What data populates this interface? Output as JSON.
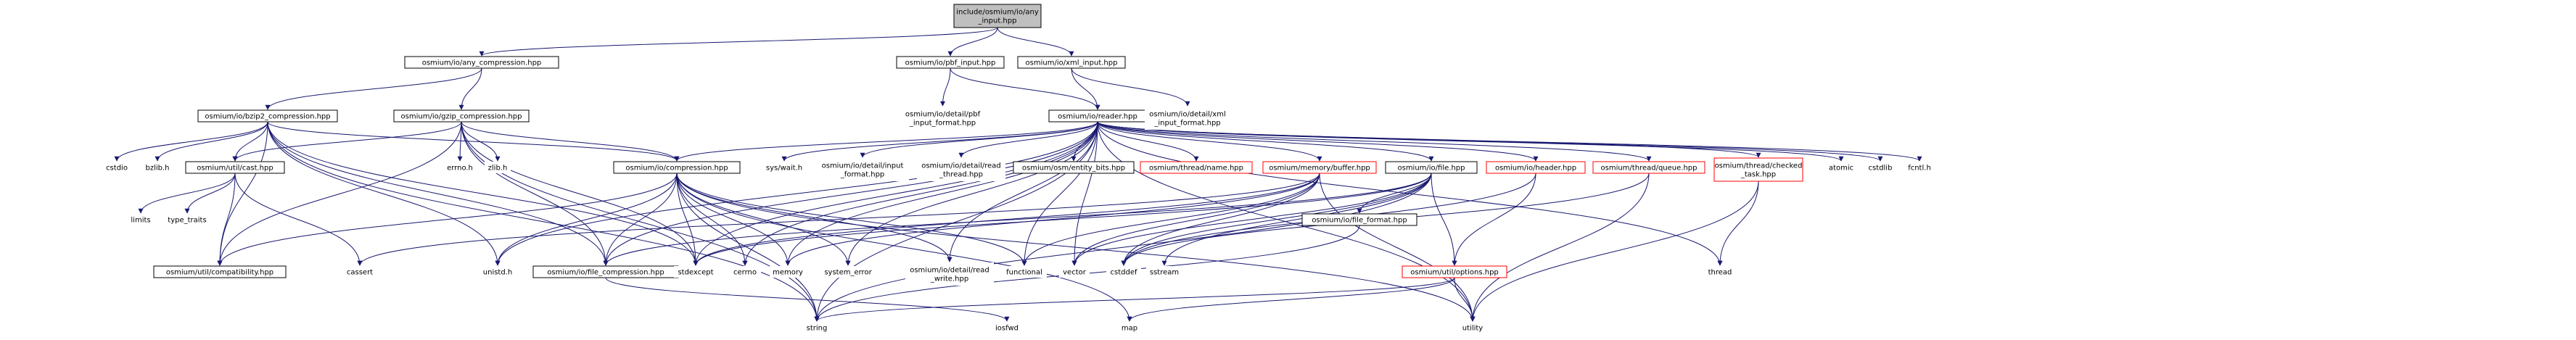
{
  "colors": {
    "root_fill": "#bfbfbf",
    "documented_border": "#000000",
    "incomplete_border": "#ff0000",
    "system_text": "#7f7f7f",
    "edge": "#191970",
    "background": "#ffffff"
  },
  "nodes": [
    {
      "id": "any_input",
      "lines": [
        "include/osmium/io/any",
        "_input.hpp"
      ],
      "kind": "root"
    },
    {
      "id": "any_compression",
      "lines": [
        "osmium/io/any_compression.hpp"
      ],
      "kind": "doc"
    },
    {
      "id": "pbf_input",
      "lines": [
        "osmium/io/pbf_input.hpp"
      ],
      "kind": "doc"
    },
    {
      "id": "xml_input",
      "lines": [
        "osmium/io/xml_input.hpp"
      ],
      "kind": "doc"
    },
    {
      "id": "bzip2",
      "lines": [
        "osmium/io/bzip2_compression.hpp"
      ],
      "kind": "doc"
    },
    {
      "id": "gzip",
      "lines": [
        "osmium/io/gzip_compression.hpp"
      ],
      "kind": "doc"
    },
    {
      "id": "pbf_input_format",
      "lines": [
        "osmium/io/detail/pbf",
        "_input_format.hpp"
      ],
      "kind": "sys"
    },
    {
      "id": "reader",
      "lines": [
        "osmium/io/reader.hpp"
      ],
      "kind": "doc"
    },
    {
      "id": "xml_input_format",
      "lines": [
        "osmium/io/detail/xml",
        "_input_format.hpp"
      ],
      "kind": "sys"
    },
    {
      "id": "cstdio",
      "lines": [
        "cstdio"
      ],
      "kind": "sys"
    },
    {
      "id": "bzlib",
      "lines": [
        "bzlib.h"
      ],
      "kind": "sys"
    },
    {
      "id": "cast",
      "lines": [
        "osmium/util/cast.hpp"
      ],
      "kind": "doc"
    },
    {
      "id": "errno",
      "lines": [
        "errno.h"
      ],
      "kind": "sys"
    },
    {
      "id": "zlib",
      "lines": [
        "zlib.h"
      ],
      "kind": "sys"
    },
    {
      "id": "compression",
      "lines": [
        "osmium/io/compression.hpp"
      ],
      "kind": "doc"
    },
    {
      "id": "syswait",
      "lines": [
        "sys/wait.h"
      ],
      "kind": "sys"
    },
    {
      "id": "detail_input_format",
      "lines": [
        "osmium/io/detail/input",
        "_format.hpp"
      ],
      "kind": "sys"
    },
    {
      "id": "read_thread",
      "lines": [
        "osmium/io/detail/read",
        "_thread.hpp"
      ],
      "kind": "sys"
    },
    {
      "id": "entity_bits",
      "lines": [
        "osmium/osm/entity_bits.hpp"
      ],
      "kind": "doc"
    },
    {
      "id": "thread_name",
      "lines": [
        "osmium/thread/name.hpp"
      ],
      "kind": "incomplete"
    },
    {
      "id": "memory_buffer",
      "lines": [
        "osmium/memory/buffer.hpp"
      ],
      "kind": "incomplete"
    },
    {
      "id": "io_file",
      "lines": [
        "osmium/io/file.hpp"
      ],
      "kind": "doc"
    },
    {
      "id": "io_header",
      "lines": [
        "osmium/io/header.hpp"
      ],
      "kind": "incomplete"
    },
    {
      "id": "thread_queue",
      "lines": [
        "osmium/thread/queue.hpp"
      ],
      "kind": "incomplete"
    },
    {
      "id": "checked_task",
      "lines": [
        "osmium/thread/checked",
        "_task.hpp"
      ],
      "kind": "incomplete"
    },
    {
      "id": "atomic",
      "lines": [
        "atomic"
      ],
      "kind": "sys"
    },
    {
      "id": "cstdlib",
      "lines": [
        "cstdlib"
      ],
      "kind": "sys"
    },
    {
      "id": "fcntl",
      "lines": [
        "fcntl.h"
      ],
      "kind": "sys"
    },
    {
      "id": "limits",
      "lines": [
        "limits"
      ],
      "kind": "sys"
    },
    {
      "id": "type_traits",
      "lines": [
        "type_traits"
      ],
      "kind": "sys"
    },
    {
      "id": "compatibility",
      "lines": [
        "osmium/util/compatibility.hpp"
      ],
      "kind": "doc"
    },
    {
      "id": "cassert",
      "lines": [
        "cassert"
      ],
      "kind": "sys"
    },
    {
      "id": "unistd",
      "lines": [
        "unistd.h"
      ],
      "kind": "sys"
    },
    {
      "id": "file_compression",
      "lines": [
        "osmium/io/file_compression.hpp"
      ],
      "kind": "doc"
    },
    {
      "id": "stdexcept",
      "lines": [
        "stdexcept"
      ],
      "kind": "sys"
    },
    {
      "id": "cerrno",
      "lines": [
        "cerrno"
      ],
      "kind": "sys"
    },
    {
      "id": "memory",
      "lines": [
        "memory"
      ],
      "kind": "sys"
    },
    {
      "id": "system_error",
      "lines": [
        "system_error"
      ],
      "kind": "sys"
    },
    {
      "id": "read_write",
      "lines": [
        "osmium/io/detail/read",
        "_write.hpp"
      ],
      "kind": "sys"
    },
    {
      "id": "functional",
      "lines": [
        "functional"
      ],
      "kind": "sys"
    },
    {
      "id": "vector",
      "lines": [
        "vector"
      ],
      "kind": "sys"
    },
    {
      "id": "cstddef",
      "lines": [
        "cstddef"
      ],
      "kind": "sys"
    },
    {
      "id": "sstream",
      "lines": [
        "sstream"
      ],
      "kind": "sys"
    },
    {
      "id": "file_format",
      "lines": [
        "osmium/io/file_format.hpp"
      ],
      "kind": "doc"
    },
    {
      "id": "options",
      "lines": [
        "osmium/util/options.hpp"
      ],
      "kind": "incomplete"
    },
    {
      "id": "thread",
      "lines": [
        "thread"
      ],
      "kind": "sys"
    },
    {
      "id": "string",
      "lines": [
        "string"
      ],
      "kind": "sys"
    },
    {
      "id": "iosfwd",
      "lines": [
        "iosfwd"
      ],
      "kind": "sys"
    },
    {
      "id": "map",
      "lines": [
        "map"
      ],
      "kind": "sys"
    },
    {
      "id": "utility",
      "lines": [
        "utility"
      ],
      "kind": "sys"
    }
  ]
}
